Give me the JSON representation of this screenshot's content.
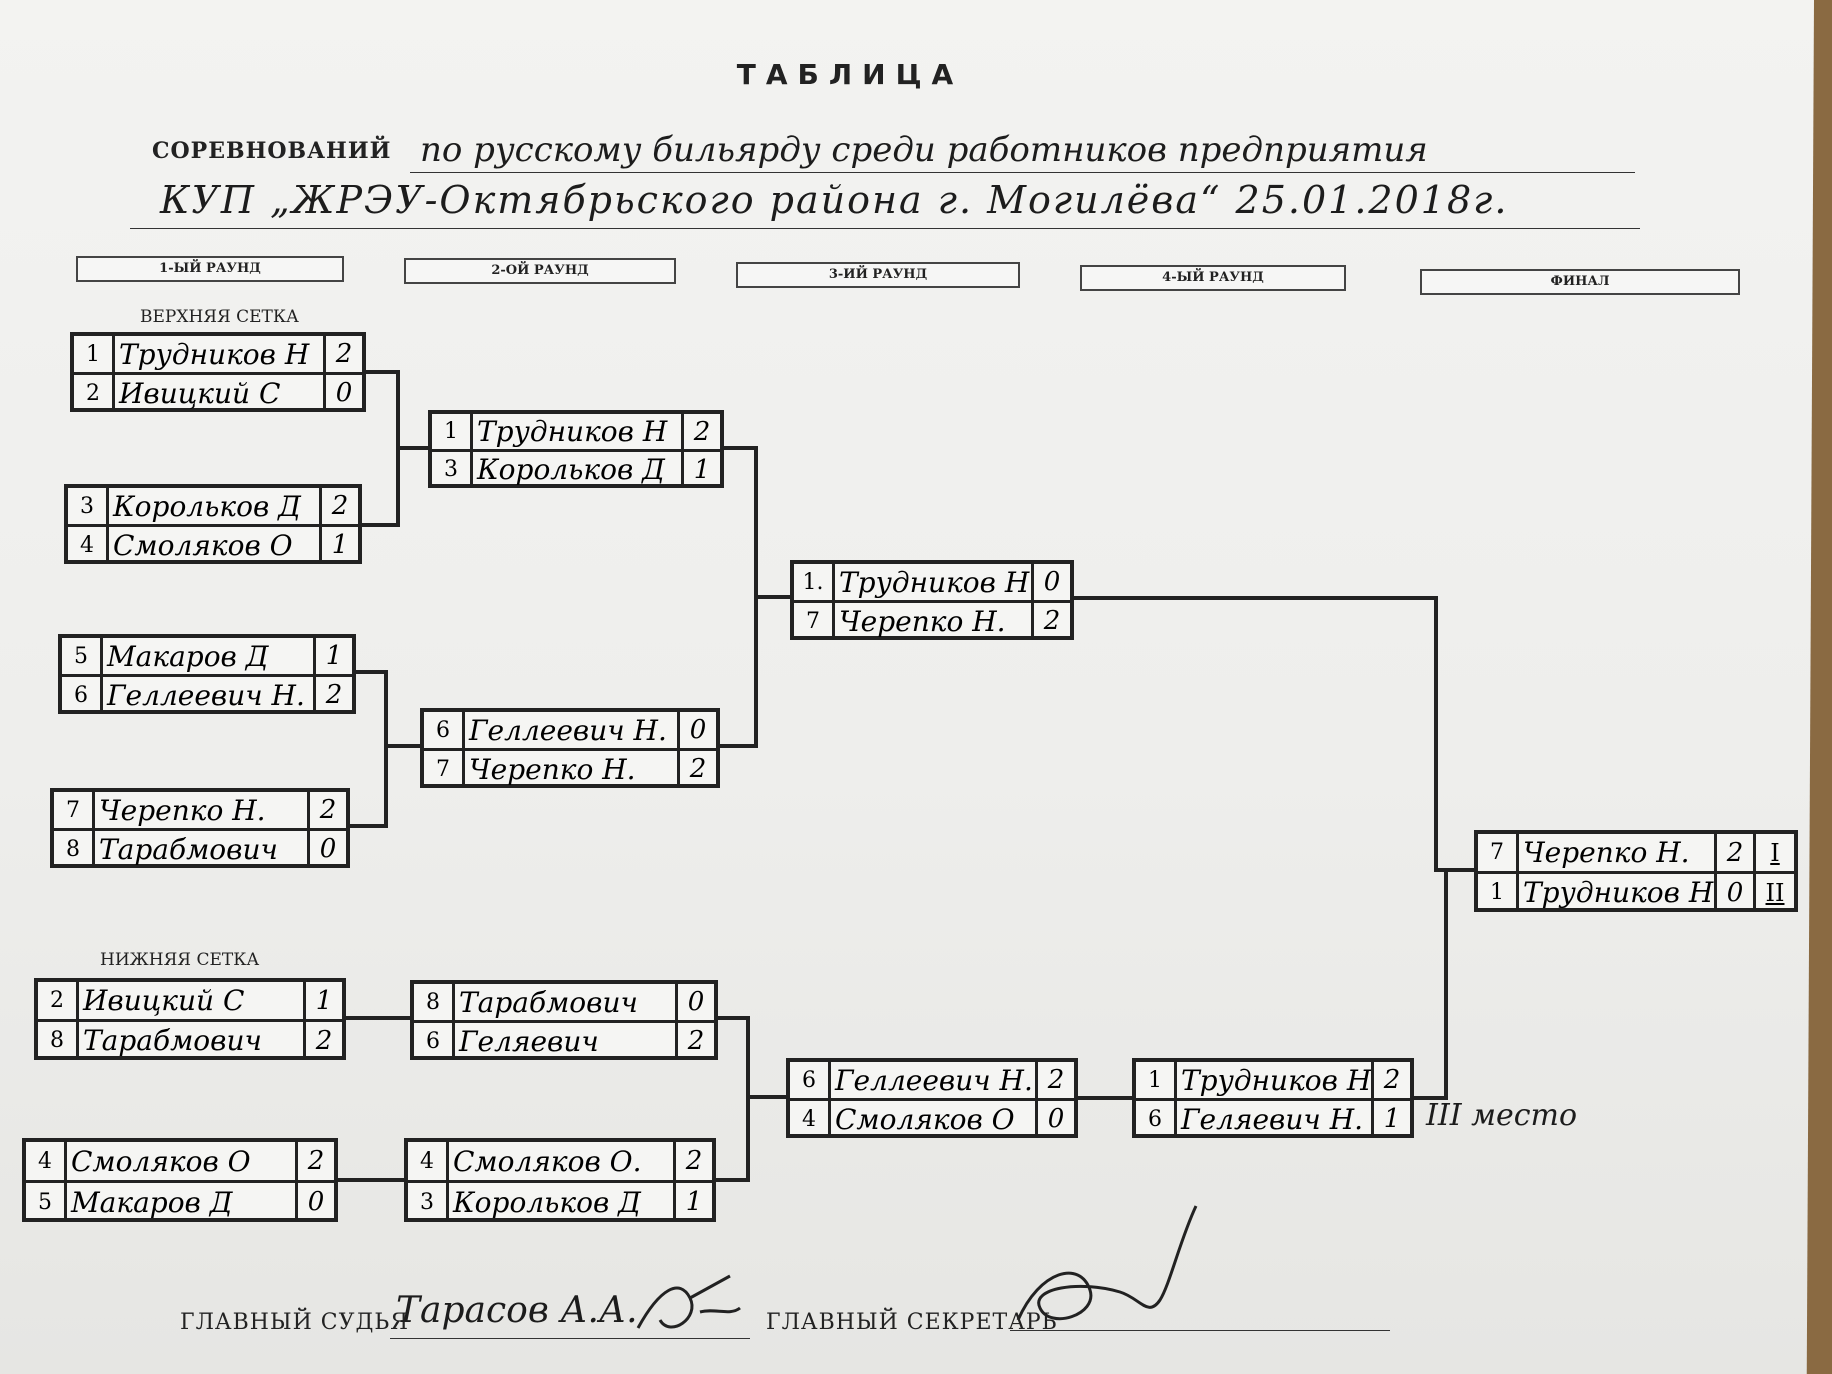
{
  "header": {
    "title": "ТАБЛИЦА",
    "competition_label": "СОРЕВНОВАНИЙ",
    "competition_line1": "по русскому бильярду среди работников предприятия",
    "competition_line2": "КУП „ЖРЭУ-Октябрьского района г. Могилёва“  25.01.2018г."
  },
  "rounds": [
    "1-ЫЙ РАУНД",
    "2-ОЙ РАУНД",
    "3-ИЙ РАУНД",
    "4-ЫЙ РАУНД",
    "ФИНАЛ"
  ],
  "upper_bracket": {
    "label": "ВЕРХНЯЯ СЕТКА",
    "round1": [
      {
        "p1": {
          "seed": "1",
          "name": "Трудников Н",
          "score": "2"
        },
        "p2": {
          "seed": "2",
          "name": "Ивицкий С",
          "score": "0"
        }
      },
      {
        "p1": {
          "seed": "3",
          "name": "Корольков Д",
          "score": "2"
        },
        "p2": {
          "seed": "4",
          "name": "Смоляков О",
          "score": "1"
        }
      },
      {
        "p1": {
          "seed": "5",
          "name": "Макаров Д",
          "score": "1"
        },
        "p2": {
          "seed": "6",
          "name": "Геллеевич Н.",
          "score": "2"
        }
      },
      {
        "p1": {
          "seed": "7",
          "name": "Черепко Н.",
          "score": "2"
        },
        "p2": {
          "seed": "8",
          "name": "Тарабмович",
          "score": "0"
        }
      }
    ],
    "round2": [
      {
        "p1": {
          "seed": "1",
          "name": "Трудников Н",
          "score": "2"
        },
        "p2": {
          "seed": "3",
          "name": "Корольков Д",
          "score": "1"
        }
      },
      {
        "p1": {
          "seed": "6",
          "name": "Геллеевич Н.",
          "score": "0"
        },
        "p2": {
          "seed": "7",
          "name": "Черепко Н.",
          "score": "2"
        }
      }
    ],
    "round3": [
      {
        "p1": {
          "seed": "1.",
          "name": "Трудников Н.",
          "score": "0"
        },
        "p2": {
          "seed": "7",
          "name": "Черепко Н.",
          "score": "2"
        }
      }
    ]
  },
  "final": {
    "p1": {
      "seed": "7",
      "name": "Черепко Н.",
      "score": "2",
      "place": "I"
    },
    "p2": {
      "seed": "1",
      "name": "Трудников Н",
      "score": "0",
      "place": "II"
    }
  },
  "lower_bracket": {
    "label": "НИЖНЯЯ СЕТКА",
    "round1": [
      {
        "p1": {
          "seed": "2",
          "name": "Ивицкий С",
          "score": "1"
        },
        "p2": {
          "seed": "8",
          "name": "Тарабмович",
          "score": "2"
        }
      },
      {
        "p1": {
          "seed": "4",
          "name": "Смоляков О",
          "score": "2"
        },
        "p2": {
          "seed": "5",
          "name": "Макаров Д",
          "score": "0"
        }
      }
    ],
    "round2": [
      {
        "p1": {
          "seed": "8",
          "name": "Тарабмович",
          "score": "0"
        },
        "p2": {
          "seed": "6",
          "name": "Геляевич",
          "score": "2"
        }
      },
      {
        "p1": {
          "seed": "4",
          "name": "Смоляков О.",
          "score": "2"
        },
        "p2": {
          "seed": "3",
          "name": "Корольков Д",
          "score": "1"
        }
      }
    ],
    "round3": [
      {
        "p1": {
          "seed": "6",
          "name": "Геллеевич Н.",
          "score": "2"
        },
        "p2": {
          "seed": "4",
          "name": "Смоляков О",
          "score": "0"
        }
      }
    ],
    "round4": [
      {
        "p1": {
          "seed": "1",
          "name": "Трудников Н.",
          "score": "2"
        },
        "p2": {
          "seed": "6",
          "name": "Геляевич Н.",
          "score": "1"
        }
      }
    ],
    "third_place_note": "III место"
  },
  "footer": {
    "judge_label": "ГЛАВНЫЙ СУДЬЯ",
    "judge_name": "Тарасов А.А.",
    "secretary_label": "ГЛАВНЫЙ СЕКРЕТАРЬ"
  },
  "colors": {
    "paper": "#f3f3f1",
    "ink": "#222222",
    "background": "#8a6a42"
  }
}
